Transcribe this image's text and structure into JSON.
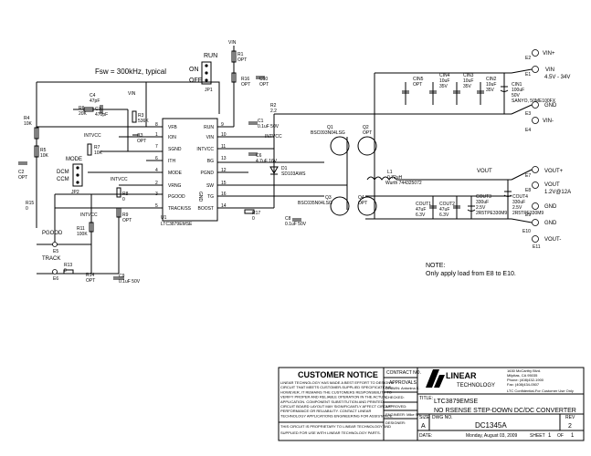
{
  "notes": {
    "fsw": "Fsw = 300kHz, typical",
    "note_title": "NOTE:",
    "note_body": "Only apply load from E8 to E10."
  },
  "ic": {
    "ref": "U1",
    "part": "LTC3879EMSE",
    "pins_left": [
      {
        "num": "8",
        "name": "VFB"
      },
      {
        "num": "1",
        "name": "ION"
      },
      {
        "num": "7",
        "name": "SGND"
      },
      {
        "num": "6",
        "name": "ITH"
      },
      {
        "num": "4",
        "name": "MODE"
      },
      {
        "num": "2",
        "name": "VRNG"
      },
      {
        "num": "3",
        "name": "PGOOD"
      },
      {
        "num": "5",
        "name": "TRACK/SS"
      }
    ],
    "pins_right": [
      {
        "num": "9",
        "name": "RUN"
      },
      {
        "num": "10",
        "name": "VIN"
      },
      {
        "num": "11",
        "name": "INTVCC"
      },
      {
        "num": "13",
        "name": "BG"
      },
      {
        "num": "12",
        "name": "PGND"
      },
      {
        "num": "15",
        "name": "SW"
      },
      {
        "num": "16",
        "name": "TG"
      },
      {
        "num": "14",
        "name": "BOOST"
      }
    ],
    "exposed_pad": "GND"
  },
  "components": {
    "r1": {
      "ref": "R1",
      "val": "OPT"
    },
    "r16": {
      "ref": "R16",
      "val": "OPT"
    },
    "c10": {
      "ref": "C10",
      "val": "OPT"
    },
    "jp1": "JP1",
    "run_label": "RUN",
    "on_label": "ON",
    "off_label": "OFF",
    "r2": {
      "ref": "R2",
      "val": "2.2"
    },
    "c1": {
      "ref": "C1",
      "val": "0.1uF 50V"
    },
    "c6": {
      "ref": "C6",
      "val": "4.7uF 16V"
    },
    "d1": {
      "ref": "D1",
      "val": "SD103AWS"
    },
    "c8": {
      "ref": "C8",
      "val": "0.1uF 50V"
    },
    "r17": {
      "ref": "R17",
      "val": "0"
    },
    "q1": {
      "ref": "Q1",
      "val": "BSC093N04LSG"
    },
    "q2": {
      "ref": "Q2",
      "val": "OPT"
    },
    "q3": {
      "ref": "Q3",
      "val": "BSC035N04LSG"
    },
    "q4": {
      "ref": "Q4",
      "val": "OPT"
    },
    "l1": {
      "ref": "L1",
      "val": "0.72uH",
      "part": "Wurth 744325072"
    },
    "cin5": {
      "ref": "CIN5",
      "val": "OPT"
    },
    "cin4": {
      "ref": "CIN4",
      "val": "10uF",
      "v": "35V"
    },
    "cin3": {
      "ref": "CIN3",
      "val": "10uF",
      "v": "35V"
    },
    "cin2": {
      "ref": "CIN2",
      "val": "10uF",
      "v": "35V"
    },
    "cin1": {
      "ref": "CIN1",
      "val": "100uF",
      "v": "50V",
      "part": "SANYO, 50ME100FX"
    },
    "cout1": {
      "ref": "COUT1",
      "val": "47uF",
      "v": "6.3V"
    },
    "cout2": {
      "ref": "COUT2",
      "val": "47uF",
      "v": "6.3V"
    },
    "cout3": {
      "ref": "COUT3",
      "val": "330uF",
      "v": "2.5V",
      "part": "2R5TPE330M9"
    },
    "cout4": {
      "ref": "COUT4",
      "val": "330uF",
      "v": "2.5V",
      "part": "2R5TPE330M9"
    },
    "r4": {
      "ref": "R4",
      "val": "10K"
    },
    "r5": {
      "ref": "R5",
      "val": "10K"
    },
    "r6": {
      "ref": "R6",
      "val": "20K"
    },
    "c4": {
      "ref": "C4",
      "val": "47pF"
    },
    "c7": {
      "ref": "C7",
      "val": "470pF"
    },
    "r3": {
      "ref": "R3",
      "val": "536K"
    },
    "c3": {
      "ref": "C3",
      "val": "OPT"
    },
    "c2": {
      "ref": "C2",
      "val": "OPT"
    },
    "r7": {
      "ref": "R7",
      "val": "10K"
    },
    "r8": {
      "ref": "R8",
      "val": "0"
    },
    "r9": {
      "ref": "R9",
      "val": "OPT"
    },
    "r11": {
      "ref": "R11",
      "val": "100K"
    },
    "r15": {
      "ref": "R15",
      "val": "0"
    },
    "r13": {
      "ref": "R13",
      "val": "0"
    },
    "r14": {
      "ref": "R14",
      "val": "OPT"
    },
    "c9": {
      "ref": "C9",
      "val": "0.1uF 50V"
    },
    "jp2": "JP2",
    "mode_label": "MODE",
    "dcm": "DCM",
    "ccm": "CCM"
  },
  "nets": {
    "vin": "VIN",
    "intvcc": "INTVCC",
    "vout": "VOUT",
    "pgood": "PGOOD",
    "track": "TRACK"
  },
  "terminals": {
    "e1": {
      "ref": "E1",
      "label": "VIN",
      "range": "4.5V - 34V"
    },
    "e2": {
      "ref": "E2",
      "label": "VIN+"
    },
    "e3": {
      "ref": "E3",
      "label": "GND"
    },
    "e4": {
      "ref": "E4",
      "label": "VIN-"
    },
    "e5": {
      "ref": "E5",
      "label": "PGOOD"
    },
    "e6": {
      "ref": "E6",
      "label": "TRACK"
    },
    "e7": {
      "ref": "E7",
      "label": "VOUT+"
    },
    "e8": {
      "ref": "E8",
      "label": "VOUT",
      "range": "1.2V@12A"
    },
    "e9": {
      "ref": "E9",
      "label": "GND"
    },
    "e10": {
      "ref": "E10",
      "label": "GND"
    },
    "e11": {
      "ref": "E11",
      "label": "VOUT-"
    }
  },
  "title_block": {
    "customer_notice": "CUSTOMER NOTICE",
    "notice_text": [
      "LINEAR TECHNOLOGY HAS MADE A BEST EFFORT TO DESIGN A",
      "CIRCUIT THAT MEETS CUSTOMER-SUPPLIED SPECIFICATIONS;",
      "HOWEVER, IT REMAINS THE CUSTOMERS RESPONSIBILITY TO",
      "VERIFY PROPER AND RELIABLE OPERATION IN THE ACTUAL",
      "APPLICATION. COMPONENT SUBSTITUTION AND PRINTED",
      "CIRCUIT BOARD LAYOUT MAY SIGNIFICANTLY AFFECT CIRCUIT",
      "PERFORMANCE OR RELIABILITY. CONTACT LINEAR",
      "TECHNOLOGY APPLICATIONS ENGINEERING FOR ASSISTANCE."
    ],
    "proprietary": [
      "THIS CIRCUIT IS PROPRIETARY TO LINEAR TECHNOLOGY AND",
      "SUPPLIED FOR USE WITH LINEAR TECHNOLOGY PARTS."
    ],
    "contract_no": "CONTRACT NO.",
    "approvals": "APPROVALS",
    "drawn": "DRAWN: Antonina K.",
    "checked": "CHECKED:",
    "approved": "APPROVED:",
    "engineer": "ENGINEER: Mike Sh.",
    "designer": "DESIGNER:",
    "company_logo": "LINEAR",
    "company_sub": "TECHNOLOGY",
    "address": [
      "1630 McCarthy Blvd.",
      "Milpitas, CA 95035",
      "Phone: (408)432-1900",
      "Fax: (408)434-0507"
    ],
    "confidential": "LTC Confidential-For Customer Use Only",
    "title_label": "TITLE:",
    "title_part": "LTC3879EMSE",
    "title_desc": "NO RSENSE  STEP-DOWN DC/DC CONVERTER",
    "size_label": "SIZE",
    "size": "A",
    "dwg_label": "DWG NO.",
    "dwg": "DC1345A",
    "rev_label": "REV",
    "rev": "2",
    "date_label": "DATE:",
    "date": "Monday, August 03, 2009",
    "sheet_label": "SHEET",
    "sheet": "1",
    "of_label": "OF",
    "of": "1"
  }
}
